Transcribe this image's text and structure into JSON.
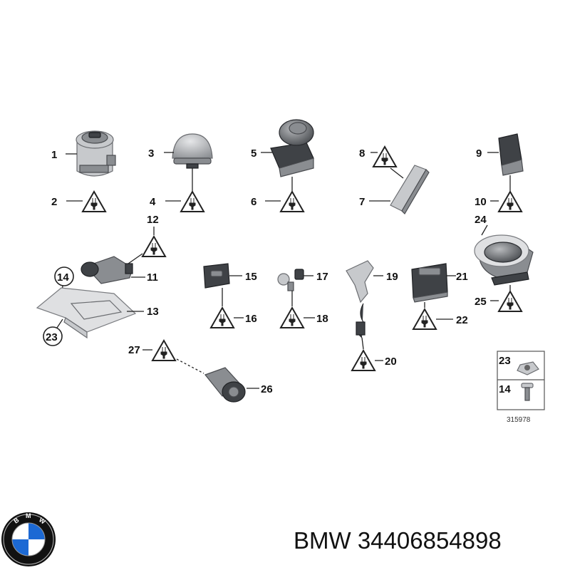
{
  "diagram": {
    "labels": {
      "l1": "1",
      "l2": "2",
      "l3": "3",
      "l4": "4",
      "l5": "5",
      "l6": "6",
      "l7": "7",
      "l8": "8",
      "l9": "9",
      "l10": "10",
      "l11": "11",
      "l12": "12",
      "l13": "13",
      "l14": "14",
      "l15": "15",
      "l16": "16",
      "l17": "17",
      "l18": "18",
      "l19": "19",
      "l20": "20",
      "l21": "21",
      "l22": "22",
      "l23": "23",
      "l24": "24",
      "l25": "25",
      "l26": "26",
      "l27": "27"
    },
    "legend": {
      "item_a": "23",
      "item_b": "14",
      "ref_number": "315978"
    }
  },
  "footer": {
    "brand": "BMW",
    "part_number": "34406854898"
  },
  "colors": {
    "bmw_blue": "#1c69d4",
    "bmw_ring": "#111111"
  },
  "icons": [
    "bmw-logo-icon",
    "electrical-warning-triangle-icon"
  ]
}
